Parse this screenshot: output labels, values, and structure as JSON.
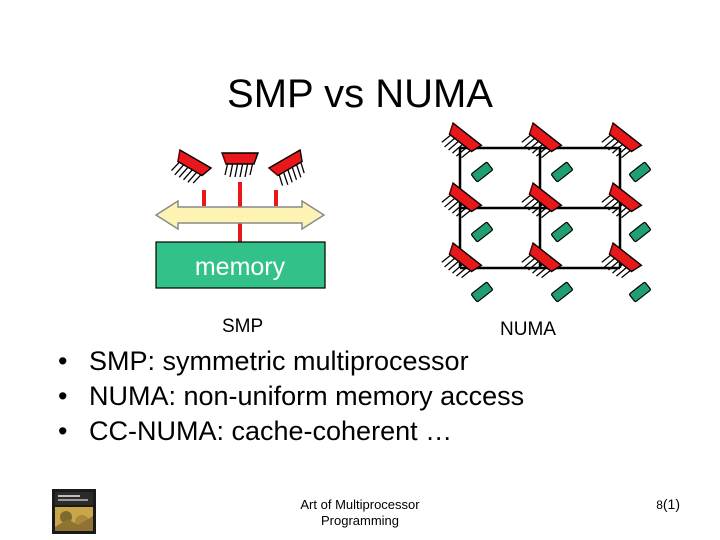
{
  "slide": {
    "title": "SMP vs NUMA"
  },
  "smp": {
    "memory_label": "memory",
    "caption": "SMP"
  },
  "numa": {
    "caption": "NUMA"
  },
  "bullets": [
    "SMP: symmetric multiprocessor",
    "NUMA: non-uniform memory access",
    "CC-NUMA: cache-coherent …"
  ],
  "footer": {
    "line1": "Art of Multiprocessor",
    "line2": "Programming"
  },
  "page": {
    "number": "8",
    "suffix": "(1)"
  },
  "colors": {
    "processor": "#e8181a",
    "memory_box": "#33c18a",
    "numa_cache": "#20a070",
    "bus_fill": "#fdf4b4",
    "bus_stroke": "#8a8a8a"
  }
}
